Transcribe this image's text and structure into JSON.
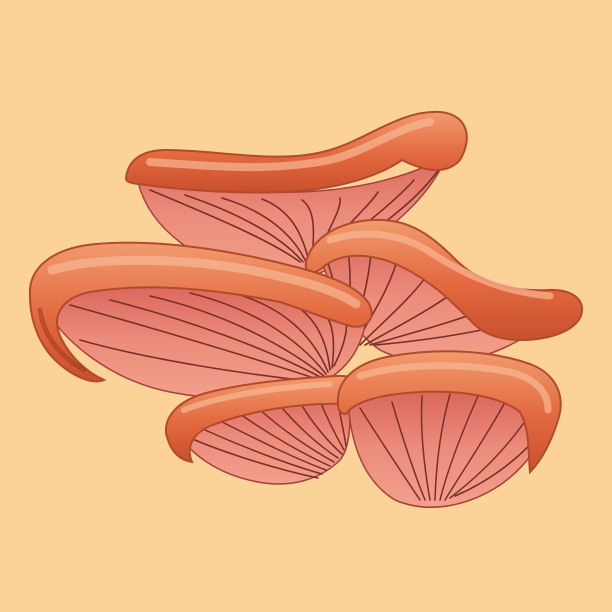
{
  "image": {
    "subject": "oyster-mushroom-cluster",
    "style": "vector-illustration",
    "colors": {
      "background": "#fbd298",
      "cap_dark": "#c8502c",
      "cap_mid": "#e2683e",
      "cap_light": "#f29a6e",
      "cap_highlight": "#f8b894",
      "gill_base": "#ec8c7a",
      "gill_shade": "#d96b5e",
      "gill_line": "#7a2e2a"
    },
    "mushroom_count": 5
  }
}
